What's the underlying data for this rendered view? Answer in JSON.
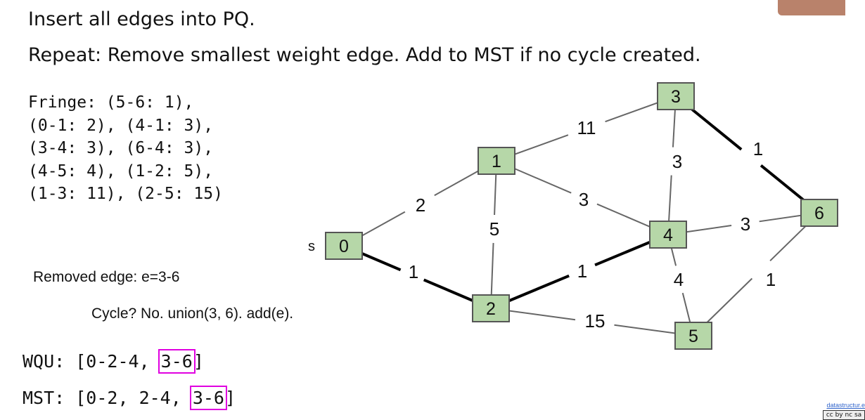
{
  "heading_insert": "Insert all edges into PQ.",
  "heading_repeat": "Repeat: Remove smallest weight edge. Add to MST if no cycle created.",
  "fringe_lines": [
    "Fringe: (5-6: 1),",
    "(0-1: 2), (4-1: 3),",
    "(3-4: 3), (6-4: 3),",
    "(4-5: 4), (1-2: 5),",
    "(1-3: 11), (2-5: 15)"
  ],
  "removed_edge_text": "Removed edge: e=3-6",
  "cycle_text": "Cycle? No. union(3, 6). add(e).",
  "wqu": {
    "prefix": "WQU: [0-2-4, ",
    "highlight": "3-6",
    "suffix": "]"
  },
  "mst": {
    "prefix": "MST: [0-2, 2-4, ",
    "highlight": "3-6",
    "suffix": "]"
  },
  "source_label": "s",
  "graph": {
    "nodes": [
      "0",
      "1",
      "2",
      "3",
      "4",
      "5",
      "6"
    ],
    "edges": [
      {
        "from": "0",
        "to": "1",
        "weight": "2",
        "in_mst": false
      },
      {
        "from": "0",
        "to": "2",
        "weight": "1",
        "in_mst": true
      },
      {
        "from": "1",
        "to": "2",
        "weight": "5",
        "in_mst": false
      },
      {
        "from": "1",
        "to": "3",
        "weight": "11",
        "in_mst": false
      },
      {
        "from": "1",
        "to": "4",
        "weight": "3",
        "in_mst": false
      },
      {
        "from": "2",
        "to": "4",
        "weight": "1",
        "in_mst": true
      },
      {
        "from": "2",
        "to": "5",
        "weight": "15",
        "in_mst": false
      },
      {
        "from": "3",
        "to": "4",
        "weight": "3",
        "in_mst": false
      },
      {
        "from": "3",
        "to": "6",
        "weight": "1",
        "in_mst": true
      },
      {
        "from": "4",
        "to": "6",
        "weight": "3",
        "in_mst": false
      },
      {
        "from": "4",
        "to": "5",
        "weight": "4",
        "in_mst": false
      },
      {
        "from": "5",
        "to": "6",
        "weight": "1",
        "in_mst": false
      }
    ]
  },
  "colors": {
    "node_fill": "#b6d7a8",
    "highlight_box": "#e000e0",
    "mst_edge": "#000000",
    "edge": "#666666"
  },
  "footer_link": "datastructur.e",
  "license_badge": "cc by nc sa"
}
